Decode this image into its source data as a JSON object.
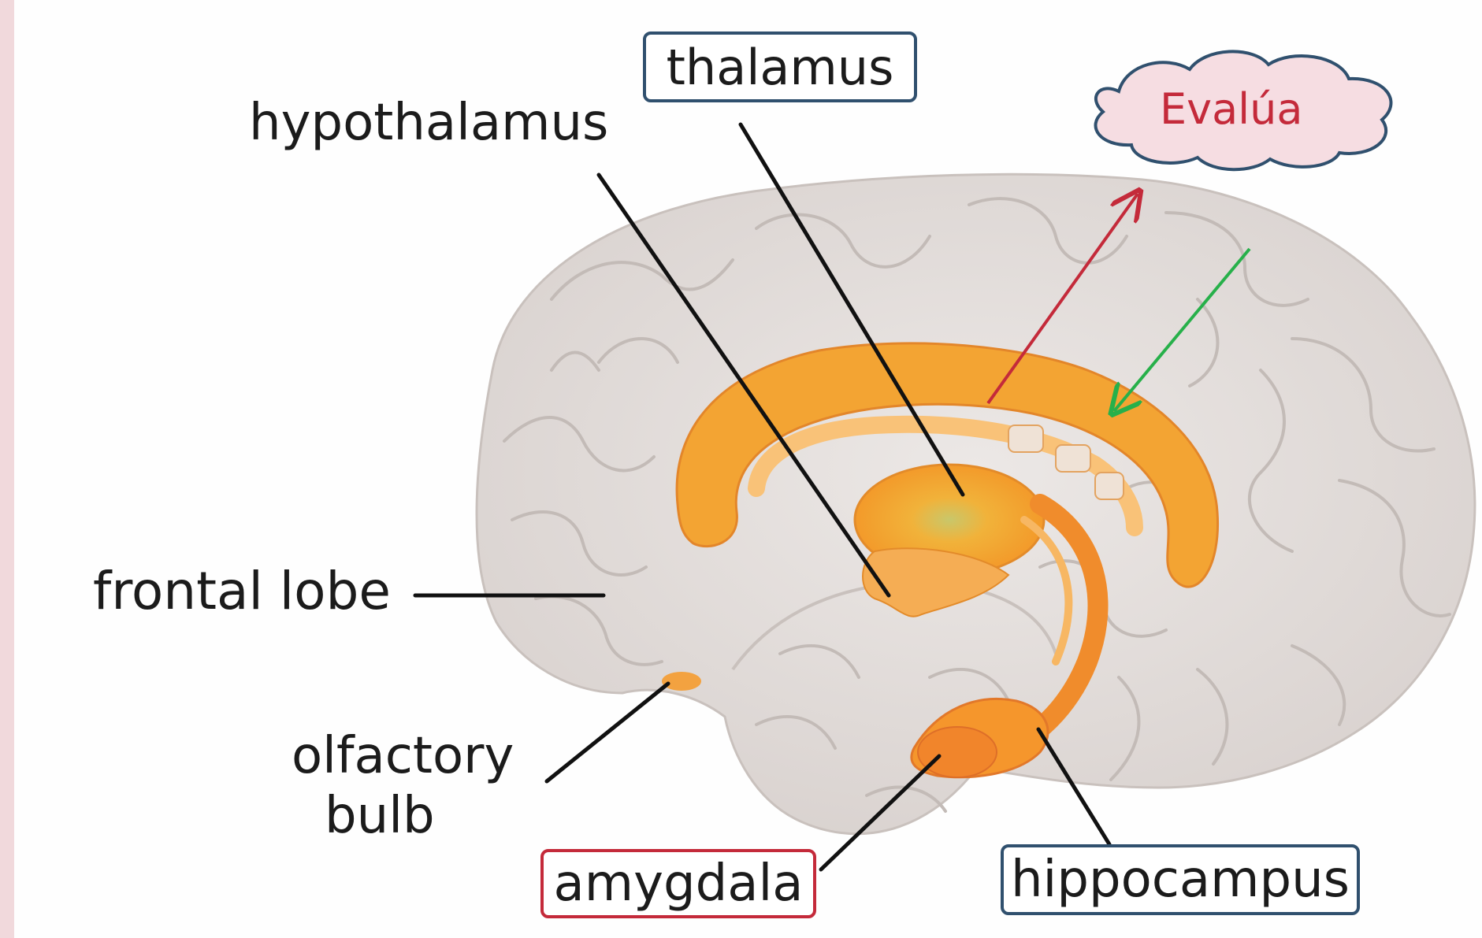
{
  "labels": {
    "thalamus": "thalamus",
    "hypothalamus": "hypothalamus",
    "frontal_lobe": "frontal lobe",
    "olfactory_bulb_line1": "olfactory",
    "olfactory_bulb_line2": "bulb",
    "amygdala": "amygdala",
    "hippocampus": "hippocampus"
  },
  "callout": {
    "text": "Evalúa",
    "text_color": "#c42a3a",
    "fill_color": "#f6dde2"
  },
  "colors": {
    "brain": "#e4dfdc",
    "limbic": "#f4a233",
    "box_blue": "#30506e",
    "box_red": "#c42a3a",
    "arrow_red": "#c42a3a",
    "arrow_green": "#27b04a"
  }
}
